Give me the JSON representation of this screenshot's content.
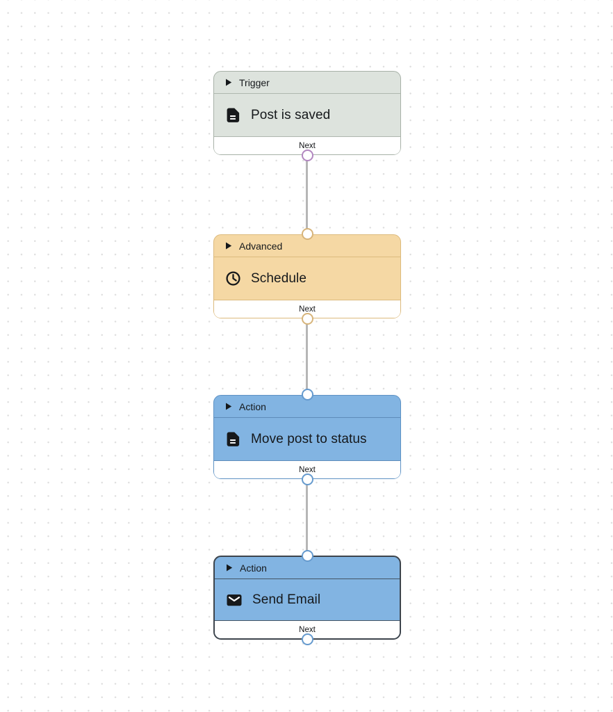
{
  "canvas": {
    "background_color": "#ffffff",
    "dot_color": "#dcdcdc",
    "connector_line_color": "#b6b6b6"
  },
  "workflow": {
    "nodes": [
      {
        "type_label": "Trigger",
        "title": "Post is saved",
        "icon": "file-text-icon",
        "output_label": "Next",
        "selected": false,
        "colors": {
          "bg": "#dde3dd",
          "border": "#a7b1a7",
          "divider": "#aeb7ae",
          "port_out": "#b287c0"
        }
      },
      {
        "type_label": "Advanced",
        "title": "Schedule",
        "icon": "clock-icon",
        "output_label": "Next",
        "selected": false,
        "colors": {
          "bg": "#f5d8a4",
          "border": "#dcba7d",
          "divider": "#dcba7d",
          "port_in": "#d7b47a",
          "port_out": "#d7b47a"
        }
      },
      {
        "type_label": "Action",
        "title": "Move post to status",
        "icon": "file-text-icon",
        "output_label": "Next",
        "selected": false,
        "colors": {
          "bg": "#82b4e2",
          "border": "#5e92c4",
          "divider": "#5e8cba",
          "port_in": "#659ace",
          "port_out": "#659ace"
        }
      },
      {
        "type_label": "Action",
        "title": "Send Email",
        "icon": "mail-icon",
        "output_label": "Next",
        "selected": true,
        "colors": {
          "bg": "#82b4e2",
          "border": "#3d444c",
          "divider": "#445464",
          "port_in": "#659ace",
          "port_out": "#659ace"
        }
      }
    ],
    "edges": [
      {
        "from": "Post is saved",
        "to": "Schedule"
      },
      {
        "from": "Schedule",
        "to": "Move post to status"
      },
      {
        "from": "Move post to status",
        "to": "Send Email"
      }
    ]
  }
}
